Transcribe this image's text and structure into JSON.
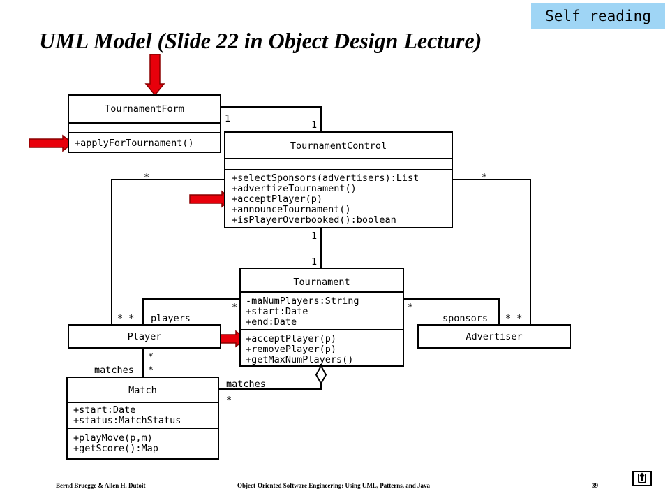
{
  "header": {
    "badge": "Self reading",
    "title": "UML Model (Slide 22 in Object Design Lecture)"
  },
  "colors": {
    "badge_bg": "#9fd5f5",
    "arrow_fill": "#e8000b",
    "arrow_stroke": "#8b0000"
  },
  "classes": {
    "tournament_form": {
      "name": "TournamentForm",
      "operations": [
        "+applyForTournament()"
      ]
    },
    "tournament_control": {
      "name": "TournamentControl",
      "operations": [
        "+selectSponsors(advertisers):List",
        "+advertizeTournament()",
        "+acceptPlayer(p)",
        "+announceTournament()",
        "+isPlayerOverbooked():boolean"
      ]
    },
    "tournament": {
      "name": "Tournament",
      "attributes": [
        "-maNumPlayers:String",
        "+start:Date",
        "+end:Date"
      ],
      "operations": [
        "+acceptPlayer(p)",
        "+removePlayer(p)",
        "+getMaxNumPlayers()"
      ]
    },
    "player": {
      "name": "Player"
    },
    "advertiser": {
      "name": "Advertiser"
    },
    "match": {
      "name": "Match",
      "attributes": [
        "+start:Date",
        "+status:MatchStatus"
      ],
      "operations": [
        "+playMove(p,m)",
        "+getScore():Map"
      ]
    }
  },
  "associations": {
    "form_control": {
      "form_end": "1",
      "control_end": "1"
    },
    "control_tournament": {
      "control_end": "1",
      "tournament_end": "1"
    },
    "control_player": {
      "multiplicity": "*"
    },
    "control_advertiser": {
      "multiplicity": "*"
    },
    "tournament_players": {
      "role": "players",
      "player_end": "* *",
      "tournament_end": "*"
    },
    "tournament_sponsors": {
      "role": "sponsors",
      "advertiser_end": "* *",
      "tournament_end": "*"
    },
    "player_matches": {
      "role": "matches",
      "player_end": "*",
      "match_end": "*"
    },
    "tournament_matches": {
      "role": "matches",
      "match_end": "*"
    }
  },
  "footer": {
    "authors": "Bernd Bruegge & Allen H. Dutoit",
    "book": "Object-Oriented Software Engineering: Using UML, Patterns, and Java",
    "page": "39"
  },
  "nav": {
    "icon": "return-icon"
  }
}
